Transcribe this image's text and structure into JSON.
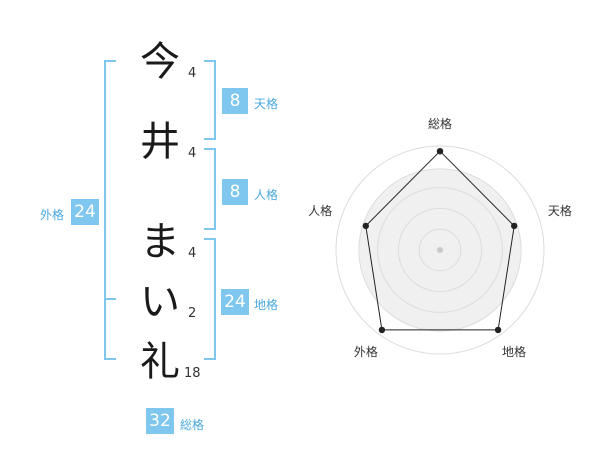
{
  "name": {
    "chars": [
      {
        "char": "今",
        "strokes": "4"
      },
      {
        "char": "井",
        "strokes": "4"
      },
      {
        "char": "ま",
        "strokes": "4"
      },
      {
        "char": "い",
        "strokes": "2"
      },
      {
        "char": "礼",
        "strokes": "18"
      }
    ]
  },
  "kakusu": {
    "tenkaku": {
      "value": "8",
      "label": "天格"
    },
    "jinkaku": {
      "value": "8",
      "label": "人格"
    },
    "chikaku": {
      "value": "24",
      "label": "地格"
    },
    "gaikaku": {
      "value": "24",
      "label": "外格"
    },
    "soukaku": {
      "value": "32",
      "label": "総格"
    }
  },
  "colors": {
    "accent": "#7fc7ef",
    "accent_text": "#4aa8dc"
  },
  "chart_data": {
    "type": "radar",
    "axes": [
      "総格",
      "天格",
      "地格",
      "外格",
      "人格"
    ],
    "values": [
      0.95,
      0.75,
      0.95,
      0.95,
      0.75
    ],
    "range": [
      0,
      1
    ],
    "grid": true
  }
}
